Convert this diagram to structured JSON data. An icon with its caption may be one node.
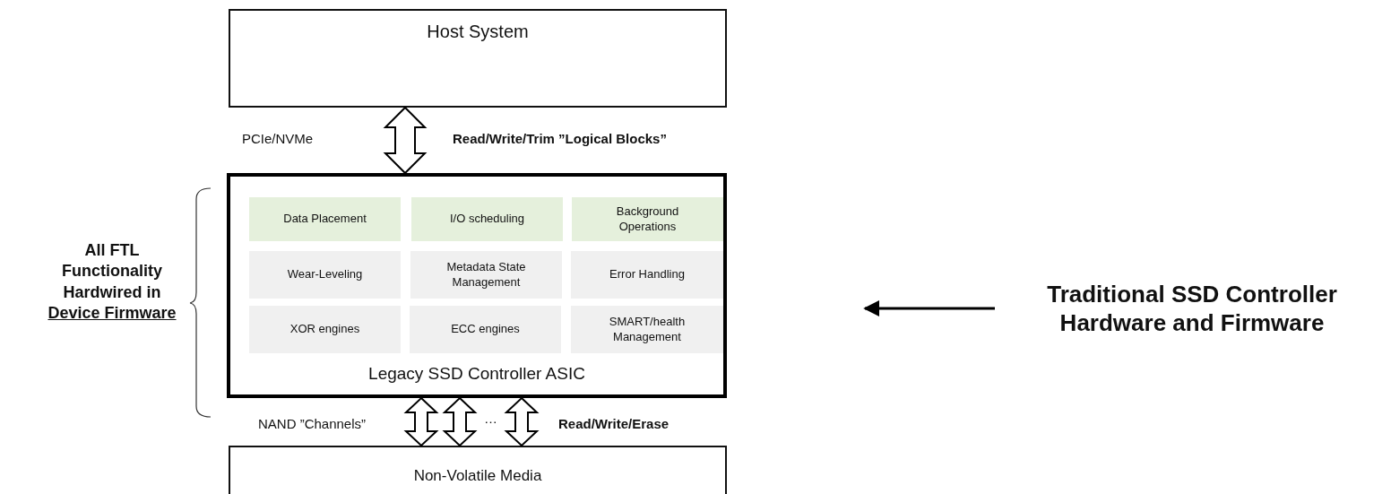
{
  "diagram": {
    "nodes": [
      {
        "text": [
          "Host System"
        ]
      },
      {
        "text": [
          "Legacy SSD Controller ASIC"
        ]
      },
      {
        "text": [
          "Data Placement"
        ],
        "in": 1
      },
      {
        "text": [
          "I/O scheduling"
        ],
        "in": 1
      },
      {
        "text": [
          "Background Operations"
        ],
        "in": 1
      },
      {
        "text": [
          "Wear-Leveling"
        ],
        "in": 1
      },
      {
        "text": [
          "Metadata State Management"
        ],
        "in": 1
      },
      {
        "text": [
          "Error Handling"
        ],
        "in": 1
      },
      {
        "text": [
          "XOR engines"
        ],
        "in": 1
      },
      {
        "text": [
          "ECC engines"
        ],
        "in": 1
      },
      {
        "text": [
          "SMART/health Management"
        ],
        "in": 1
      },
      {
        "text": [
          "Non-Volatile Media"
        ]
      },
      {
        "text": [
          "Traditional SSD Controller Hardware and Firmware"
        ]
      }
    ],
    "edges": [
      {
        "from": 0,
        "to": 1,
        "arrow": "both",
        "label": "Read/Write/Trim ”Logical Blocks”"
      },
      {
        "from": 1,
        "to": 11,
        "arrow": "both"
      },
      {
        "from": 1,
        "to": 11,
        "arrow": "both"
      },
      {
        "from": 1,
        "to": 11,
        "arrow": "both",
        "label": "Read/Write/Erase"
      },
      {
        "from": 12,
        "to": null,
        "arrow": "to"
      }
    ],
    "labels": [
      "PCIe/NVMe",
      "NAND ”Channels”",
      "…",
      "All FTL Functionality Hardwired in",
      "Device Firmware"
    ]
  }
}
